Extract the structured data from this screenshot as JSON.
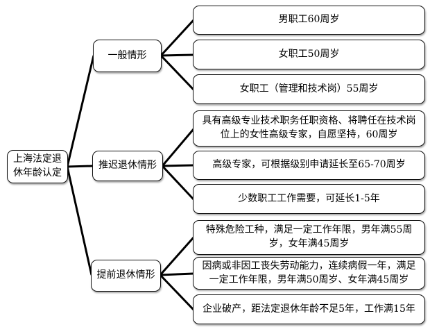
{
  "diagram_title": "上海法定退休年龄认定",
  "colors": {
    "background": "#ffffff",
    "node_fill": "#ffffff",
    "node_border": "#111111",
    "connector": "#000000",
    "text": "#000000"
  },
  "tree": {
    "root": {
      "label": "上海法定退休年龄认定"
    },
    "branches": [
      {
        "label": "一般情形",
        "leaves": [
          "男职工60周岁",
          "女职工50周岁",
          "女职工（管理和技术岗）55周岁"
        ]
      },
      {
        "label": "推迟退休情形",
        "leaves": [
          "具有高级专业技术职务任职资格、将聘任在技术岗位上的女性高级专家，自愿坚持，60周岁",
          "高级专家，可根据级别申请延长至65-70周岁",
          "少数职工工作需要，可延长1-5年"
        ]
      },
      {
        "label": "提前退休情形",
        "leaves": [
          "特殊危险工种，满足一定工作年限，男年满55周岁，女年满45周岁",
          "因病或非因工丧失劳动能力，连续病假一年，满足一定工作年限，男年满50周岁、女年满45周岁",
          "企业破产，距法定退休年龄不足5年，工作满15年"
        ]
      }
    ]
  }
}
